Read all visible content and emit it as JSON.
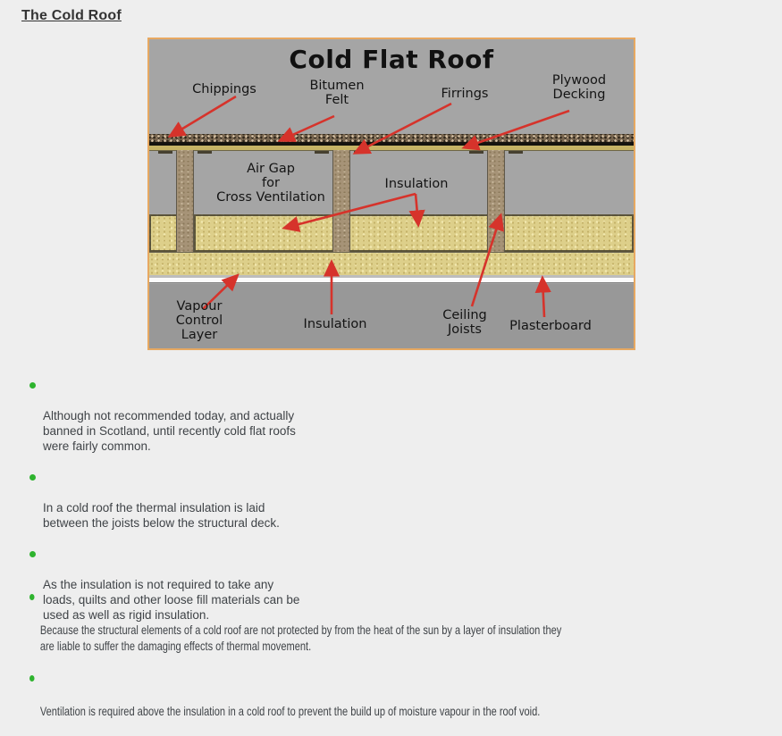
{
  "page": {
    "heading": "The Cold Roof"
  },
  "diagram": {
    "title": "Cold Flat Roof",
    "labels": {
      "chippings": "Chippings",
      "bitumen_felt": "Bitumen\nFelt",
      "firrings": "Firrings",
      "plywood_decking": "Plywood\nDecking",
      "air_gap": "Air Gap\nfor\nCross Ventilation",
      "insulation_top": "Insulation",
      "vapour_control": "Vapour\nControl\nLayer",
      "insulation_bottom": "Insulation",
      "ceiling_joists": "Ceiling\nJoists",
      "plasterboard": "Plasterboard"
    },
    "colors": {
      "border": "#e7a861",
      "background": "#a5a5a5",
      "arrow_red": "#d6332b",
      "insulation_yellow": "#ddcf8a",
      "joist_brown": "#a69377",
      "chippings_brown": "#77654f",
      "felt_black": "#15130f",
      "plasterboard_white": "#fbfbfb"
    }
  },
  "bullets_main": [
    "Although not recommended today, and actually\nbanned in Scotland, until recently cold flat roofs\nwere fairly common.",
    "In a cold roof the thermal insulation is laid\nbetween the joists below the structural deck.",
    "As the insulation is not required to take any\nloads, quilts and other loose fill materials can be\nused as well as rigid insulation."
  ],
  "bullets_wide": [
    "Because the structural elements of a cold roof are not protected by from the heat of the sun by a layer of insulation they\nare liable to suffer the damaging effects of thermal movement.",
    "Ventilation is required above the insulation in a cold roof to prevent the build up of moisture vapour in the roof void."
  ],
  "ui": {
    "bullet_color": "#2eb32e",
    "page_background": "#eeeeee"
  }
}
